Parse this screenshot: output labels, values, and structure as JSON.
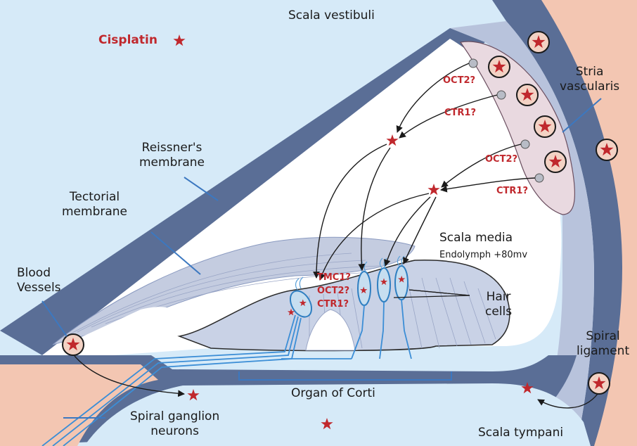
{
  "labels": {
    "scala_vestibuli": "Scala vestibuli",
    "cisplatin": "Cisplatin",
    "stria_vascularis": [
      "Stria",
      "vascularis"
    ],
    "reissners_membrane": [
      "Reissner's",
      "membrane"
    ],
    "tectorial_membrane": [
      "Tectorial",
      "membrane"
    ],
    "scala_media": "Scala media",
    "endolymph": "Endolymph +80mv",
    "blood_vessels": [
      "Blood",
      "Vessels"
    ],
    "hair_cells": [
      "Hair",
      "cells"
    ],
    "spiral_ligament": [
      "Spiral",
      "ligament"
    ],
    "organ_of_corti": "Organ of Corti",
    "spiral_ganglion_neurons": [
      "Spiral ganglion",
      "neurons"
    ],
    "scala_tympani": "Scala tympani"
  },
  "transporters": {
    "stria_oct2_top": "OCT2?",
    "stria_ctr1_top": "CTR1?",
    "stria_oct2_bottom": "OCT2?",
    "stria_ctr1_bottom": "CTR1?",
    "hair_tmc1": "TMC1?",
    "hair_oct2": "OCT2?",
    "hair_ctr1": "CTR1?"
  },
  "colors": {
    "fluid": "#d6eaf8",
    "bone": "#5a6e96",
    "tissue": "#f1c8b4",
    "stria": "#e9d9e0",
    "membrane": "#8a9ac0",
    "cells": "#5aa0d8",
    "drug": "#c0282d",
    "arrow": "#1a1a1a"
  }
}
